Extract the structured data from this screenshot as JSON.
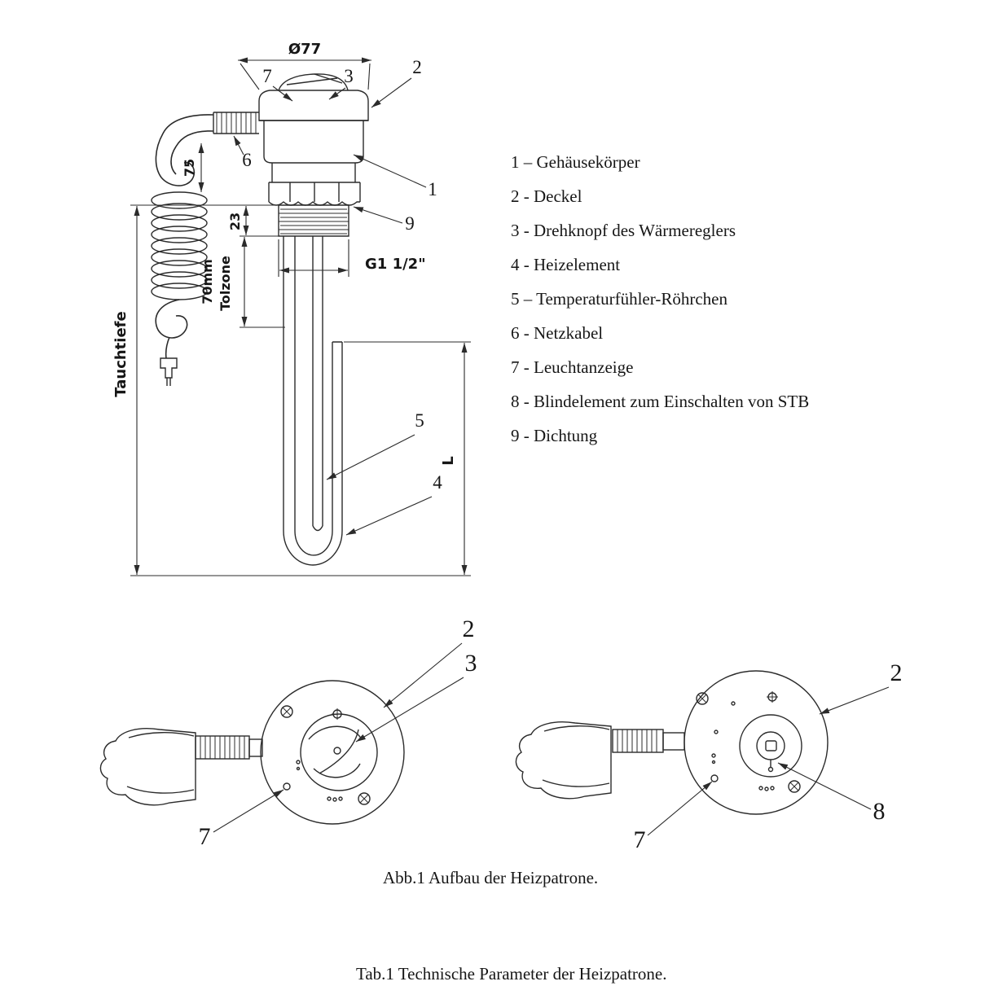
{
  "figure": {
    "caption_abb": "Abb.1 Aufbau der Heizpatrone.",
    "caption_tab": "Tab.1 Technische Parameter der Heizpatrone."
  },
  "legend": {
    "items": [
      "1 – Gehäusekörper",
      "2 - Deckel",
      "3 - Drehknopf des Wärmereglers",
      "4 - Heizelement",
      "5 – Temperaturfühler-Röhrchen",
      "6 - Netzkabel",
      "7 - Leuchtanzeige",
      "8 - Blindelement zum Einschalten von STB",
      "9 - Dichtung"
    ]
  },
  "dimensions": {
    "diameter_top": "Ø77",
    "cable_dim": "75",
    "thread_height": "23",
    "tolzone_value": "70mm",
    "tolzone_label": "Tolzone",
    "immersion_depth_label": "Tauchtiefe",
    "thread_size": "G1 1/2\"",
    "element_length_label": "L"
  },
  "callouts": {
    "main": {
      "n1": "1",
      "n2": "2",
      "n3": "3",
      "n4": "4",
      "n5": "5",
      "n6": "6",
      "n7": "7",
      "n9": "9"
    },
    "view_left": {
      "n2": "2",
      "n3": "3",
      "n7": "7"
    },
    "view_right": {
      "n2": "2",
      "n7": "7",
      "n8": "8"
    }
  }
}
